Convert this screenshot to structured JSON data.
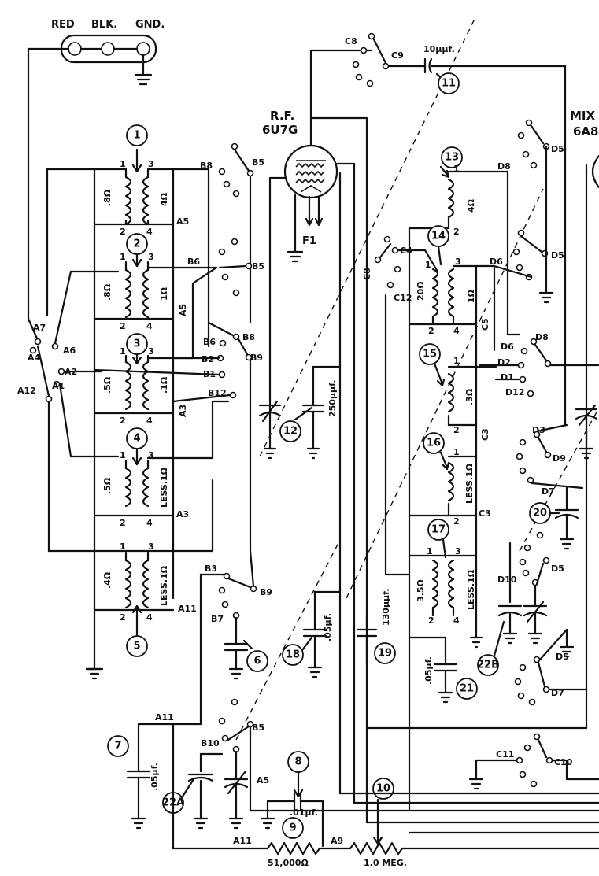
{
  "terminals": {
    "red": "RED",
    "blk": "BLK.",
    "gnd": "GND."
  },
  "tubes": {
    "rf_label": "R.F.",
    "rf_type": "6U7G",
    "rf_filament": "F1",
    "mix_label": "MIX",
    "mix_type": "6A8"
  },
  "callouts": {
    "c1": "1",
    "c2": "2",
    "c3": "3",
    "c4": "4",
    "c5": "5",
    "c6": "6",
    "c7": "7",
    "c8": "8",
    "c9": "9",
    "c10": "10",
    "c11": "11",
    "c12": "12",
    "c13": "13",
    "c14": "14",
    "c15": "15",
    "c16": "16",
    "c17": "17",
    "c18": "18",
    "c19": "19",
    "c20": "20",
    "c21": "21",
    "c22a": "22A",
    "c22b": "22B"
  },
  "switch_labels": {
    "a1": "A1",
    "a2": "A2",
    "a3": "A3",
    "a4": "A4",
    "a5": "A5",
    "a6": "A6",
    "a7": "A7",
    "a9": "A9",
    "a11": "A11",
    "a12": "A12",
    "b1": "B1",
    "b2": "B2",
    "b3": "B3",
    "b5": "B5",
    "b6": "B6",
    "b7": "B7",
    "b8": "B8",
    "b9": "B9",
    "b10": "B10",
    "b12": "B12",
    "c3": "C3",
    "c4": "C4",
    "c5": "C5",
    "c8": "C8",
    "c9": "C9",
    "c10": "C10",
    "c11": "C11",
    "c12": "C12",
    "d1": "D1",
    "d2": "D2",
    "d3": "D3",
    "d5": "D5",
    "d6": "D6",
    "d7": "D7",
    "d8": "D8",
    "d9": "D9",
    "d10": "D10",
    "d12": "D12"
  },
  "coil_pins": {
    "p1": "1",
    "p2": "2",
    "p3": "3",
    "p4": "4"
  },
  "coil_values": {
    "coil1_pri": ".8Ω",
    "coil1_sec": "4Ω",
    "coil2_pri": ".8Ω",
    "coil2_sec": "1Ω",
    "coil3_pri": ".5Ω",
    "coil3_sec": ".1Ω",
    "coil4_pri": ".5Ω",
    "coil4_sec": "LESS.1Ω",
    "coil5_pri": ".4Ω",
    "coil5_sec": "LESS.1Ω",
    "coil13_sec": "4Ω",
    "coil14_pri": "20Ω",
    "coil14_sec": "1Ω",
    "coil15_sec": ".3Ω",
    "coil16_sec": "LESS.1Ω",
    "coil17_pri": "3.5Ω",
    "coil17_sec": "LESS.1Ω"
  },
  "component_values": {
    "cap_10": "10μμf.",
    "cap_250": "250μμf.",
    "cap_05_a": ".05μf.",
    "cap_05_b": ".05μf.",
    "cap_05_c": ".05μf.",
    "cap_01": ".01μf.",
    "cap_130": "130μμf.",
    "res_51k": "51,000Ω",
    "res_1m": "1.0 MEG."
  }
}
